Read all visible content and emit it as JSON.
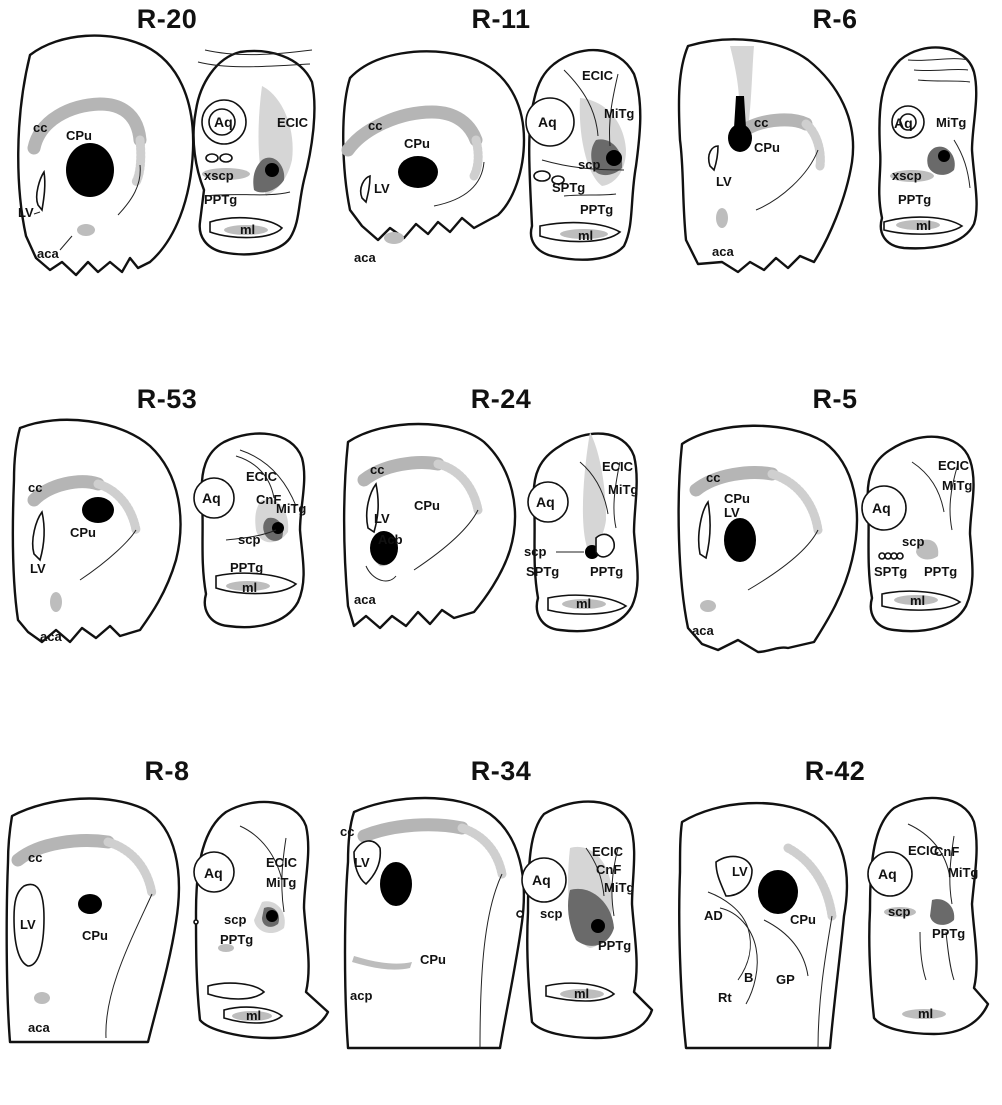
{
  "panels": [
    {
      "title": "R-20",
      "left_labels": {
        "cc": "cc",
        "cpu": "CPu",
        "lv": "LV",
        "aca": "aca"
      },
      "right_labels": {
        "aq": "Aq",
        "ecic": "ECIC",
        "xscp": "xscp",
        "pptg": "PPTg",
        "ml": "ml"
      }
    },
    {
      "title": "R-11",
      "left_labels": {
        "cc": "cc",
        "cpu": "CPu",
        "lv": "LV",
        "aca": "aca"
      },
      "right_labels": {
        "ecic": "ECIC",
        "aq": "Aq",
        "mitg": "MiTg",
        "scp": "scp",
        "sptg": "SPTg",
        "pptg": "PPTg",
        "ml": "ml"
      }
    },
    {
      "title": "R-6",
      "left_labels": {
        "cc": "cc",
        "cpu": "CPu",
        "lv": "LV",
        "aca": "aca"
      },
      "right_labels": {
        "aq": "Aq",
        "mitg": "MiTg",
        "xscp": "xscp",
        "pptg": "PPTg",
        "ml": "ml"
      }
    },
    {
      "title": "R-53",
      "left_labels": {
        "cc": "cc",
        "cpu": "CPu",
        "lv": "LV",
        "aca": "aca"
      },
      "right_labels": {
        "ecic": "ECIC",
        "cnf": "CnF",
        "aq": "Aq",
        "mitg": "MiTg",
        "scp": "scp",
        "pptg": "PPTg",
        "ml": "ml"
      }
    },
    {
      "title": "R-24",
      "left_labels": {
        "cc": "cc",
        "cpu": "CPu",
        "lv": "LV",
        "acb": "Acb",
        "aca": "aca"
      },
      "right_labels": {
        "ecic": "ECIC",
        "aq": "Aq",
        "mitg": "MiTg",
        "scp": "scp",
        "sptg": "SPTg",
        "pptg": "PPTg",
        "ml": "ml"
      }
    },
    {
      "title": "R-5",
      "left_labels": {
        "cc": "cc",
        "cpu": "CPu",
        "lv": "LV",
        "aca": "aca"
      },
      "right_labels": {
        "ecic": "ECIC",
        "aq": "Aq",
        "mitg": "MiTg",
        "scp": "scp",
        "sptg": "SPTg",
        "pptg": "PPTg",
        "ml": "ml"
      }
    },
    {
      "title": "R-8",
      "left_labels": {
        "cc": "cc",
        "cpu": "CPu",
        "lv": "LV",
        "aca": "aca"
      },
      "right_labels": {
        "aq": "Aq",
        "ecic": "ECIC",
        "mitg": "MiTg",
        "scp": "scp",
        "pptg": "PPTg",
        "ml": "ml"
      }
    },
    {
      "title": "R-34",
      "left_labels": {
        "cc": "cc",
        "lv": "LV",
        "cpu": "CPu",
        "acp": "acp"
      },
      "right_labels": {
        "ecic": "ECIC",
        "cnf": "CnF",
        "aq": "Aq",
        "mitg": "MiTg",
        "scp": "scp",
        "pptg": "PPTg",
        "ml": "ml"
      }
    },
    {
      "title": "R-42",
      "left_labels": {
        "lv": "LV",
        "ad": "AD",
        "cpu": "CPu",
        "b": "B",
        "gp": "GP",
        "rt": "Rt"
      },
      "right_labels": {
        "ecic": "ECIC",
        "cnf": "CnF",
        "aq": "Aq",
        "mitg": "MiTg",
        "scp": "scp",
        "pptg": "PPTg",
        "ml": "ml"
      }
    }
  ]
}
